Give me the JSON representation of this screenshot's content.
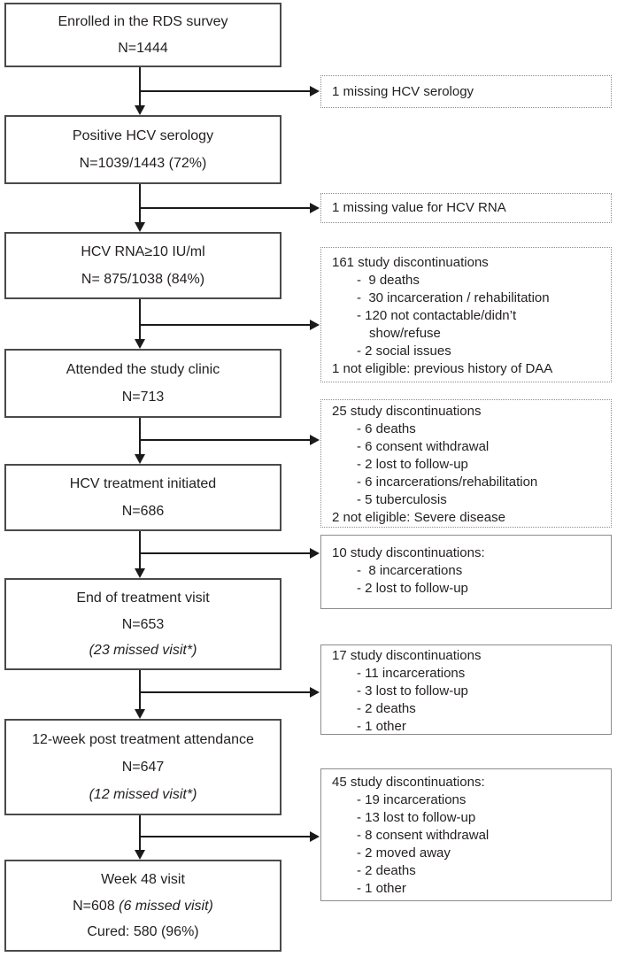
{
  "colors": {
    "flow_box_border": "#4a4a4c",
    "side_box_border": "#8c8c8c",
    "text": "#231f20",
    "arrow": "#1a1a1a",
    "background": "#ffffff"
  },
  "flow_boxes": {
    "enrolled": {
      "title": "Enrolled in the RDS survey",
      "n": "N=1444"
    },
    "serology": {
      "title": "Positive HCV serology",
      "n": "N=1039/1443 (72%)"
    },
    "rna": {
      "title": "HCV RNA≥10 IU/ml",
      "n": "N= 875/1038 (84%)"
    },
    "clinic": {
      "title": "Attended the study clinic",
      "n": "N=713"
    },
    "treatment": {
      "title": "HCV treatment initiated",
      "n": "N=686"
    },
    "end_of_treatment": {
      "title": "End of treatment visit",
      "n": "N=653",
      "note": "(23 missed visit*)"
    },
    "week12": {
      "title": "12-week post treatment attendance",
      "n": "N=647",
      "note": "(12 missed visit*)"
    },
    "week48": {
      "title": "Week 48 visit",
      "n": "N=608 ",
      "note": "(6 missed visit)",
      "cured": "Cured: 580 (96%)"
    }
  },
  "side_boxes": {
    "missing_serology": {
      "text": "1 missing HCV serology"
    },
    "missing_rna": {
      "text": "1 missing value for HCV RNA"
    },
    "disc_161": {
      "title": "161 study discontinuations",
      "items": [
        "-  9 deaths",
        "-  30 incarceration / rehabilitation",
        "- 120 not contactable/didn’t",
        "show/refuse",
        "- 2 social issues"
      ],
      "footer": "1 not eligible: previous history of DAA"
    },
    "disc_25": {
      "title": "25 study discontinuations",
      "items": [
        "- 6 deaths",
        "- 6 consent withdrawal",
        "- 2 lost to follow-up",
        "- 6 incarcerations/rehabilitation",
        "- 5 tuberculosis"
      ],
      "footer": "2 not eligible: Severe disease"
    },
    "disc_10": {
      "title": "10 study discontinuations:",
      "items": [
        "-  8 incarcerations",
        "- 2 lost to follow-up"
      ]
    },
    "disc_17": {
      "title": "17 study discontinuations",
      "items": [
        "- 11 incarcerations",
        "- 3 lost to follow-up",
        "- 2 deaths",
        "- 1 other"
      ]
    },
    "disc_45": {
      "title": "45 study discontinuations:",
      "items": [
        "- 19 incarcerations",
        "- 13 lost to follow-up",
        "- 8 consent withdrawal",
        "- 2 moved away",
        "- 2 deaths",
        "- 1 other"
      ]
    }
  }
}
